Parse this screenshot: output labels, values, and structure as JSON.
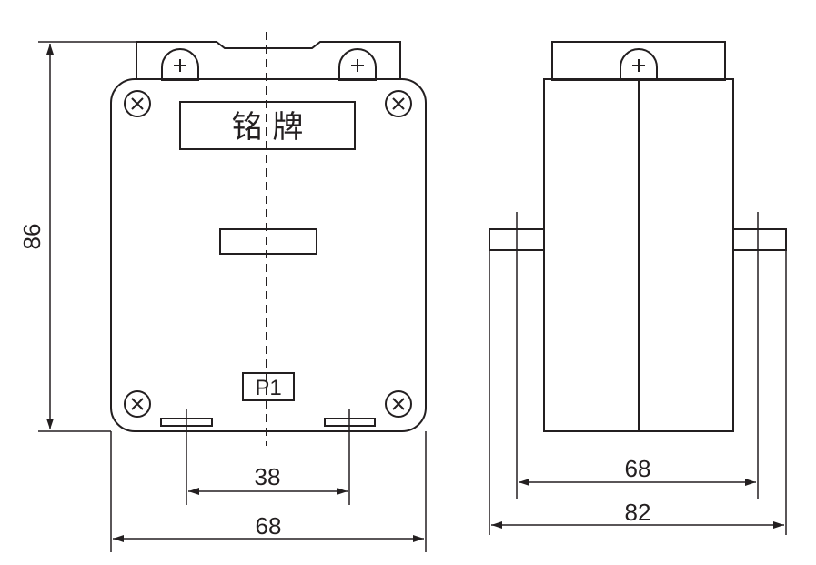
{
  "front_view": {
    "nameplate_label": "铭 牌",
    "terminal_label": "P1",
    "dim_height": "86",
    "dim_terminal_spacing": "38",
    "dim_width": "68"
  },
  "side_view": {
    "dim_inner_width": "68",
    "dim_outer_width": "82"
  },
  "colors": {
    "body": "#e4e4e4",
    "bracket": "#f4f3f4",
    "brass": "#fbf5d6",
    "line": "#231f20"
  }
}
